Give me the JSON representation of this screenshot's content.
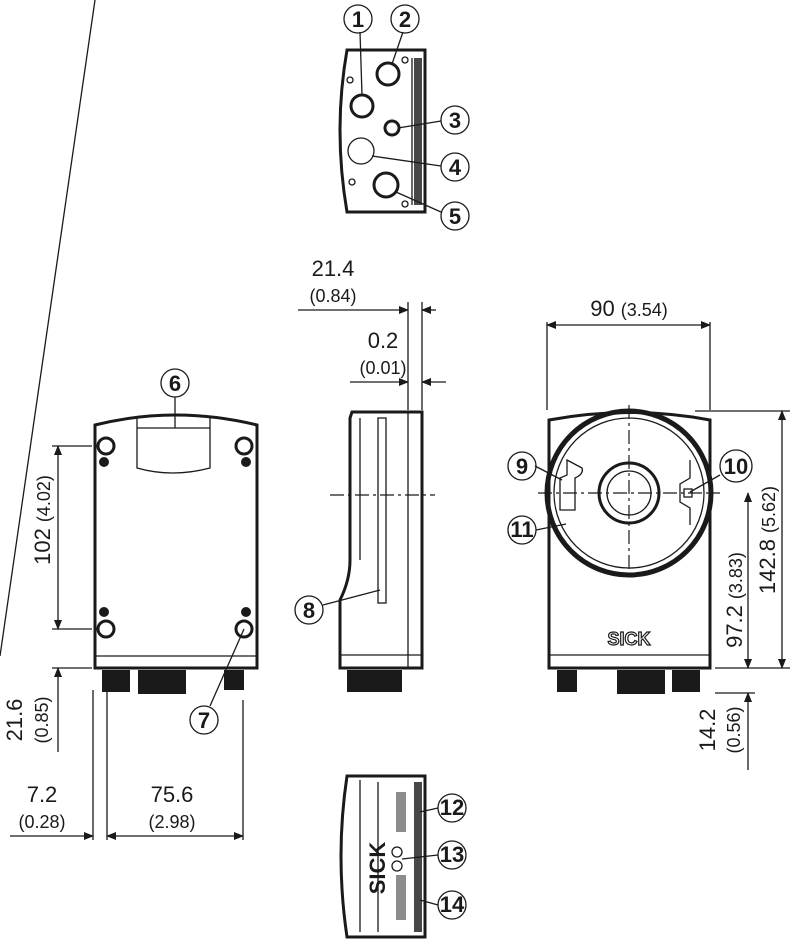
{
  "callouts": [
    "1",
    "2",
    "3",
    "4",
    "5",
    "6",
    "7",
    "8",
    "9",
    "10",
    "11",
    "12",
    "13",
    "14"
  ],
  "brand": "SICK",
  "dimensions": {
    "offset_21_4": {
      "mm": "21.4",
      "in": "(0.84)"
    },
    "offset_0_2": {
      "mm": "0.2",
      "in": "(0.01)"
    },
    "width_90": {
      "mm": "90",
      "in": "(3.54)"
    },
    "hole_spacing_102": {
      "mm": "102",
      "in": "(4.02)"
    },
    "connector_21_6": {
      "mm": "21.6",
      "in": "(0.85)"
    },
    "edge_7_2": {
      "mm": "7.2",
      "in": "(0.28)"
    },
    "hole_spacing_75_6": {
      "mm": "75.6",
      "in": "(2.98)"
    },
    "height_142_8": {
      "mm": "142.8",
      "in": "(5.62)"
    },
    "axis_97_2": {
      "mm": "97.2",
      "in": "(3.83)"
    },
    "connector_14_2": {
      "mm": "14.2",
      "in": "(0.56)"
    }
  }
}
